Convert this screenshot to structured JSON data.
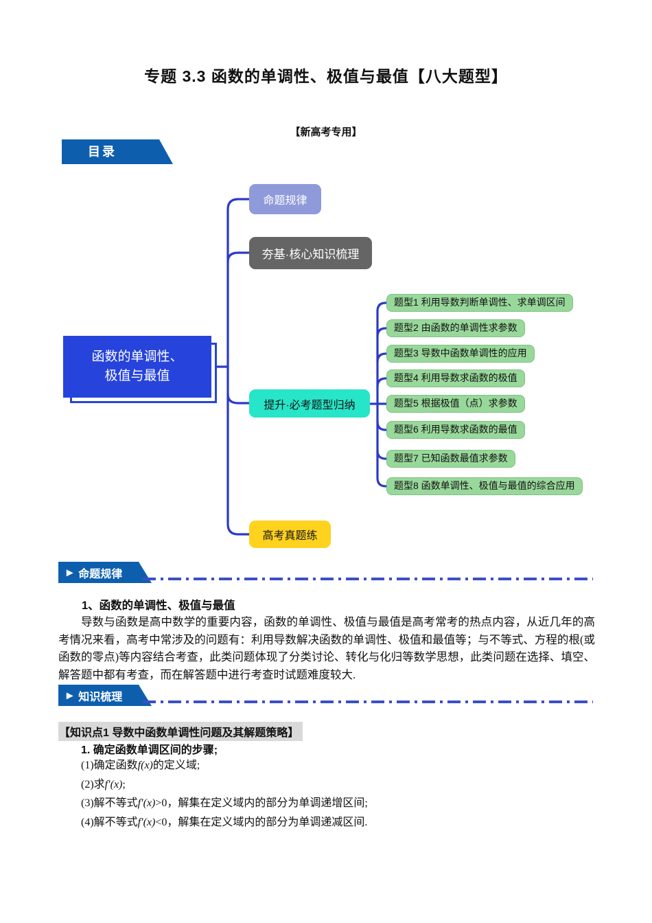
{
  "page": {
    "title": "专题 3.3 函数的单调性、极值与最值【八大题型】",
    "subtitle": "【新高考专用】"
  },
  "icons": {
    "section_marker": "▶"
  },
  "colors": {
    "banner_blue": "#0d5fae",
    "root_blue": "#2643dc",
    "connector_blue": "#2b3ac8",
    "branch_lavender": "#8e9ad9",
    "branch_gray": "#656565",
    "branch_teal": "#27e5c8",
    "branch_yellow": "#ffd21e",
    "topic_green": "#99d89b",
    "dash_line_blue": "#3b4fc8",
    "highlight_gray": "#d9d9d9"
  },
  "toc": {
    "label": "目录"
  },
  "mindmap": {
    "root": {
      "line1": "函数的单调性、",
      "line2": "极值与最值"
    },
    "branches": [
      {
        "label": "命题规律"
      },
      {
        "label": "夯基·核心知识梳理"
      },
      {
        "label": "提升·必考题型归纳"
      },
      {
        "label": "高考真题练"
      }
    ],
    "topics": [
      "题型1 利用导数判断单调性、求单调区间",
      "题型2 由函数的单调性求参数",
      "题型3 导数中函数单调性的应用",
      "题型4 利用导数求函数的极值",
      "题型5 根据极值（点）求参数",
      "题型6 利用导数求函数的最值",
      "题型7 已知函数最值求参数",
      "题型8 函数单调性、极值与最值的综合应用"
    ]
  },
  "sections": [
    {
      "header": "命题规律"
    },
    {
      "header": "知识梳理"
    }
  ],
  "intro": {
    "heading": "1、函数的单调性、极值与最值",
    "paragraph": "导数与函数是高中数学的重要内容，函数的单调性、极值与最值是高考常考的热点内容，从近几年的高考情况来看，高考中常涉及的问题有：利用导数解决函数的单调性、极值和最值等；与不等式、方程的根(或函数的零点)等内容结合考查，此类问题体现了分类讨论、转化与化归等数学思想，此类问题在选择、填空、解答题中都有考查，而在解答题中进行考查时试题难度较大."
  },
  "knowledge": {
    "point_title": "【知识点1 导数中函数单调性问题及其解题策略】",
    "step_heading": "1. 确定函数单调区间的步骤;",
    "steps": [
      {
        "pre": "(1)确定函数",
        "math": "f(x)",
        "post": "的定义域;"
      },
      {
        "pre": "(2)求",
        "math": "f′(x)",
        "post": ";"
      },
      {
        "pre": "(3)解不等式",
        "math": "f′(x)",
        "post": ">0，解集在定义域内的部分为单调递增区间;"
      },
      {
        "pre": "(4)解不等式",
        "math": "f′(x)",
        "post": "<0，解集在定义域内的部分为单调递减区间."
      }
    ]
  }
}
